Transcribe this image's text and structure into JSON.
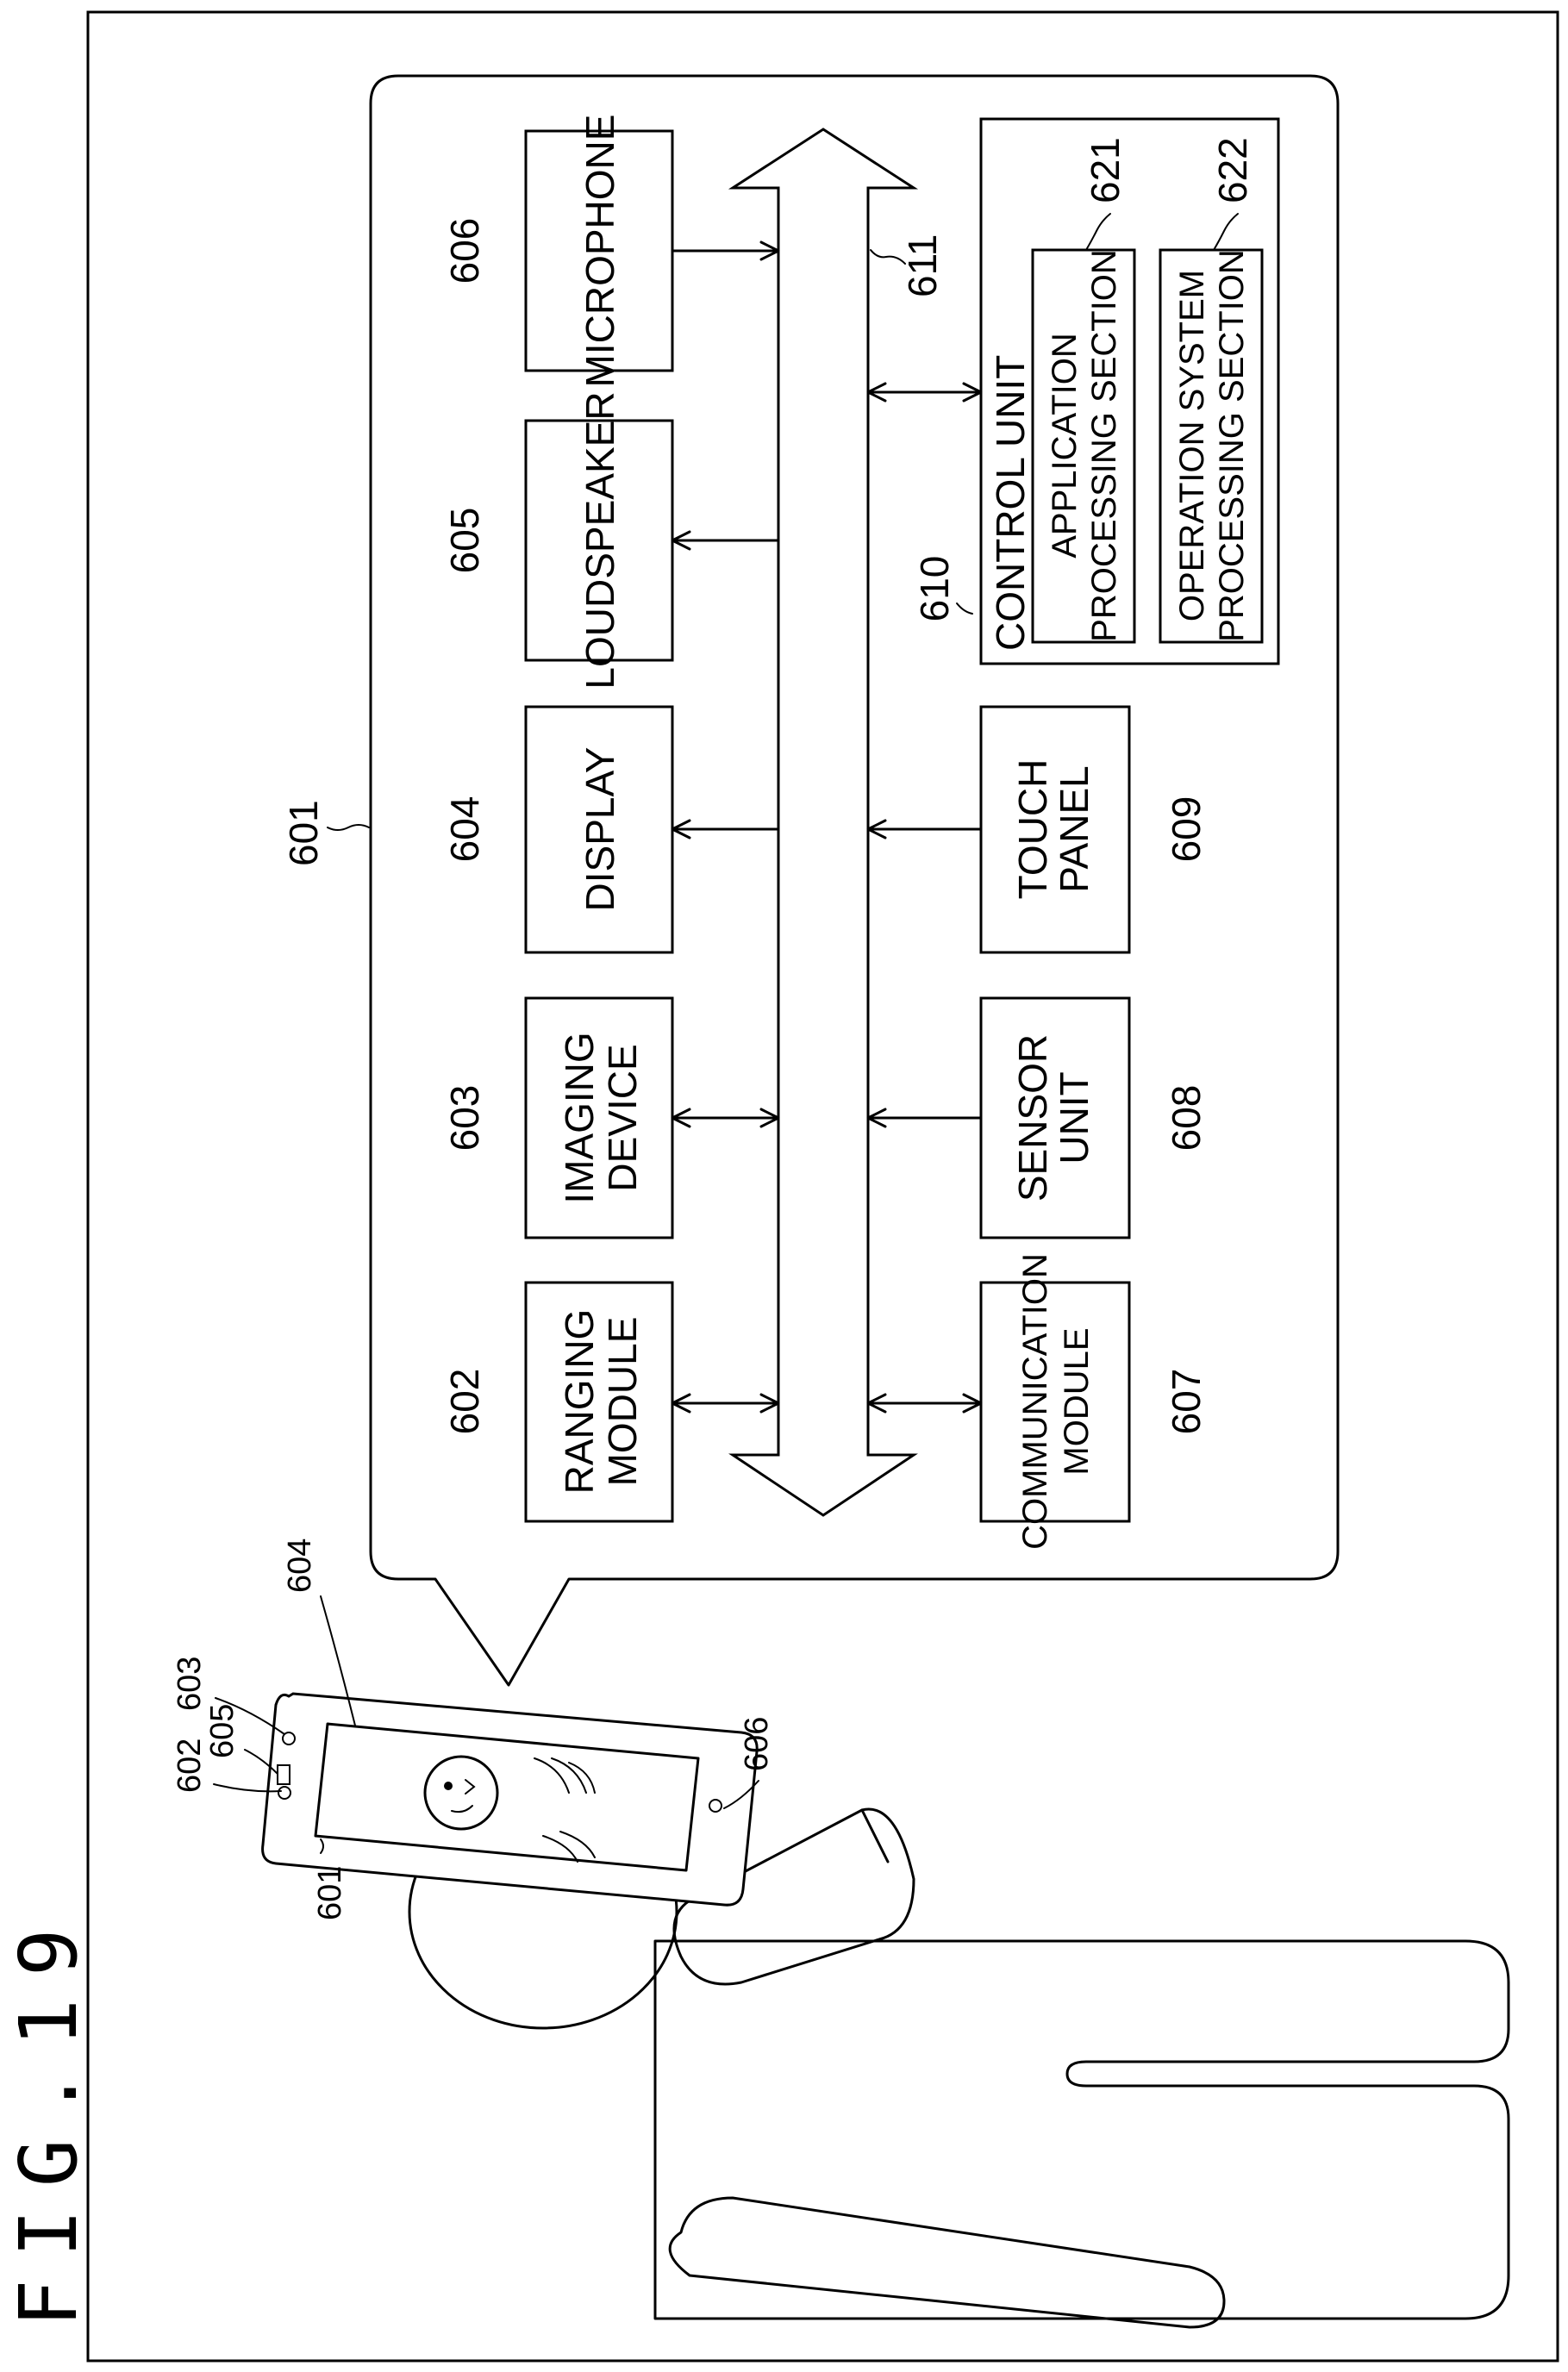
{
  "figure_label": "FIG.19",
  "refs": {
    "device_block": "601",
    "bus": "611",
    "control_unit": "610",
    "app_section": "621",
    "os_section": "622"
  },
  "blocks": {
    "ranging_module": {
      "ref": "602",
      "line1": "RANGING",
      "line2": "MODULE"
    },
    "imaging_device": {
      "ref": "603",
      "line1": "IMAGING",
      "line2": "DEVICE"
    },
    "display": {
      "ref": "604",
      "line1": "DISPLAY"
    },
    "loudspeaker": {
      "ref": "605",
      "line1": "LOUDSPEAKER"
    },
    "microphone": {
      "ref": "606",
      "line1": "MICROPHONE"
    },
    "communication_module": {
      "ref": "607",
      "line1": "COMMUNICATION",
      "line2": "MODULE"
    },
    "sensor_unit": {
      "ref": "608",
      "line1": "SENSOR",
      "line2": "UNIT"
    },
    "touch_panel": {
      "ref": "609",
      "line1": "TOUCH",
      "line2": "PANEL"
    },
    "control_unit": {
      "line1": "CONTROL UNIT"
    },
    "app_processing": {
      "line1": "APPLICATION",
      "line2": "PROCESSING SECTION"
    },
    "os_processing": {
      "line1": "OPERATION SYSTEM",
      "line2": "PROCESSING SECTION"
    }
  },
  "phone_refs": {
    "device": "601",
    "ranging": "602",
    "imaging": "603",
    "display": "604",
    "speaker": "605",
    "microphone": "606"
  }
}
